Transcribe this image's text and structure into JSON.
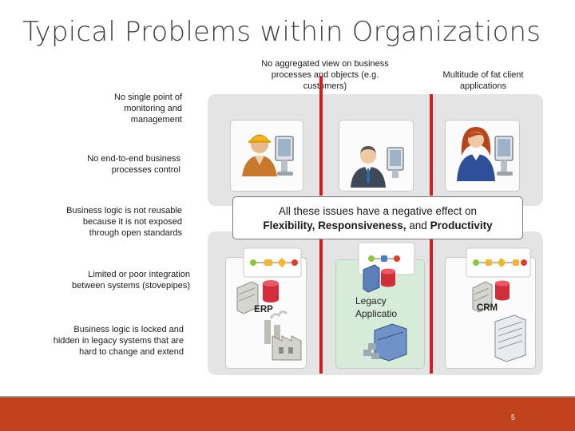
{
  "slide": {
    "title": "Typical Problems within Organizations",
    "page_number": "5",
    "colors": {
      "accent": "#c0431c",
      "red_line": "#cc1f1f"
    }
  },
  "left_labels": [
    "No single point of\nmonitoring and\nmanagement",
    "No end-to-end business\nprocesses control",
    "Business logic is not reusable\nbecause it is not exposed\nthrough open standards",
    "Limited or poor integration\nbetween systems (stovepipes)",
    "Business logic is locked and\nhidden in legacy systems that are\nhard to change and extend"
  ],
  "top_labels": {
    "aggregated_view": "No aggregated view on business\nprocesses and objects (e.g.\ncustomers)",
    "fat_client": "Multitude of fat client\napplications"
  },
  "callout": {
    "line1": "All these issues have a negative effect on",
    "flexibility": "Flexibility, Responsiveness,",
    "and_word": "and",
    "productivity": "Productivity"
  },
  "systems": {
    "erp": "ERP",
    "legacy": "Legacy\nApplicatio",
    "crm": "CRM"
  },
  "icons": [
    "worker-computer-icon",
    "businessman-computer-icon",
    "woman-computer-icon",
    "process-flow-icon",
    "server-icon",
    "database-icon",
    "factory-icon",
    "office-building-icon"
  ]
}
